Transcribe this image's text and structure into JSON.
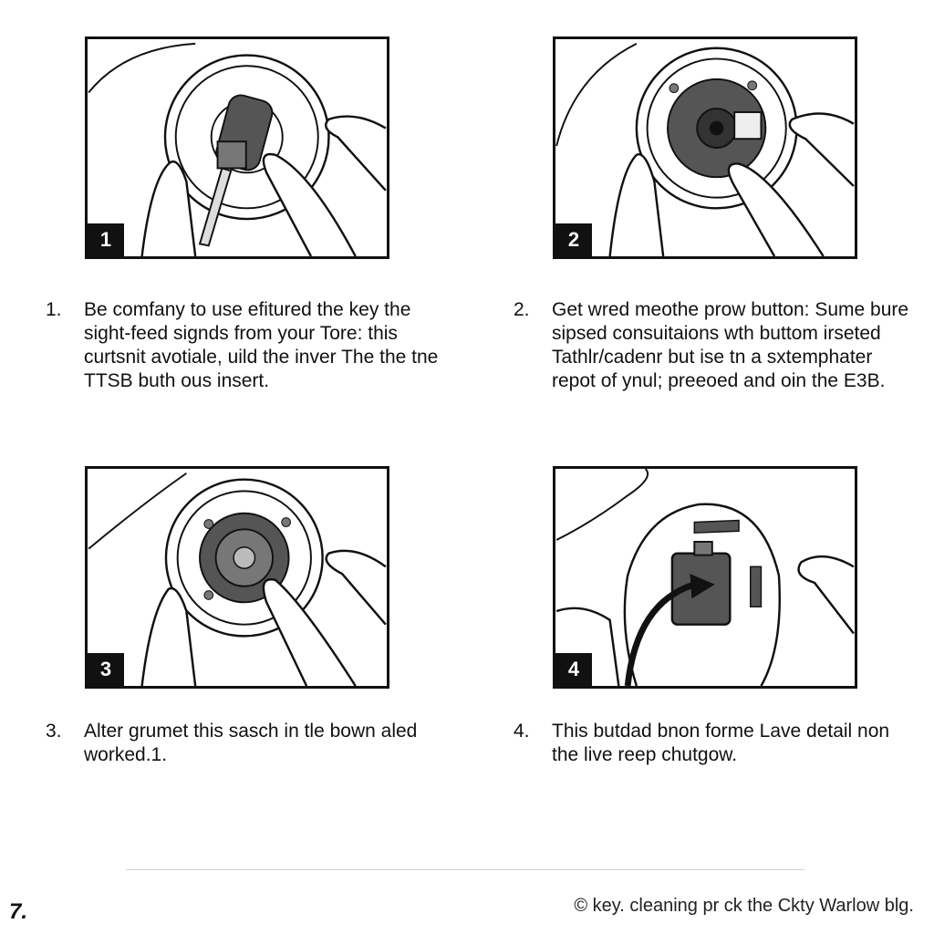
{
  "panels": [
    {
      "badge": "1",
      "icon": "key-inserted-in-ignition-icon"
    },
    {
      "badge": "2",
      "icon": "ignition-cylinder-exposed-icon"
    },
    {
      "badge": "3",
      "icon": "ignition-ring-removed-icon"
    },
    {
      "badge": "4",
      "icon": "cylinder-pulled-out-arrow-icon"
    }
  ],
  "steps": [
    {
      "num": "1.",
      "text": "Be comfany to use efitured the key the sight-feed signds from your Tore: this curtsnit avotiale, uild the inver The the tne TTSB buth ous insert."
    },
    {
      "num": "2.",
      "text": "Get wred meothe prow button: Sume bure sipsed consuitaions wth buttom irseted Tathlr/cadenr but ise tn a sxtemphater repot of ynul; preeoed and oin the E3B."
    },
    {
      "num": "3.",
      "text": "Alter grumet this sasch in tle bown aled worked.1."
    },
    {
      "num": "4.",
      "text": "This butdad bnon forme Lave detail non the live reep chutgow."
    }
  ],
  "page_number": "7.",
  "footer": "© key. cleaning pr ck the Ckty Warlow blg."
}
